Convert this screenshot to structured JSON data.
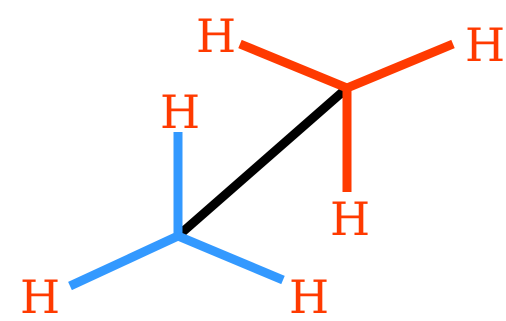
{
  "molecule": {
    "colors": {
      "upper_group": "#ff3a00",
      "lower_group": "#3399ff",
      "central_bond": "#000000"
    },
    "atoms": {
      "upper_h_left": "H",
      "upper_h_right": "H",
      "upper_h_bottom": "H",
      "lower_h_top": "H",
      "lower_h_left": "H",
      "lower_h_right": "H"
    }
  }
}
